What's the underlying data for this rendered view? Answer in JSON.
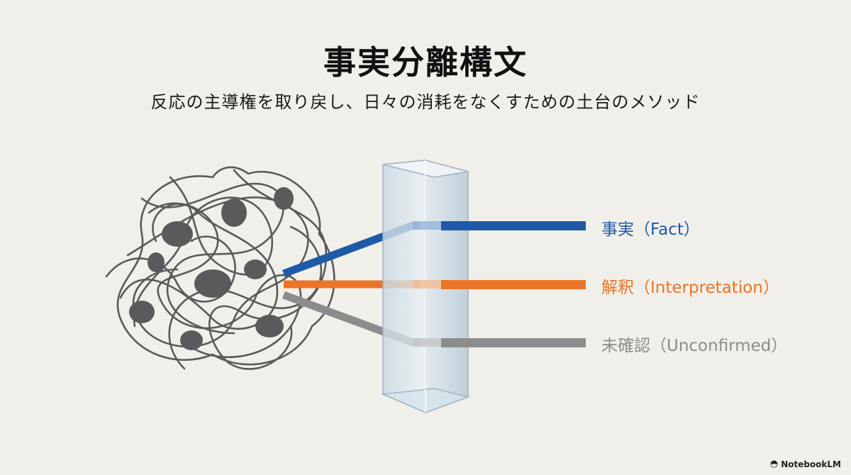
{
  "header": {
    "title": "事実分離構文",
    "subtitle": "反応の主導権を取り戻し、日々の消耗をなくすための土台のメソッド"
  },
  "outputs": [
    {
      "label": "事実（Fact）",
      "color": "#1f5aa8"
    },
    {
      "label": "解釈（Interpretation）",
      "color": "#ea7428"
    },
    {
      "label": "未確認（Unconfirmed）",
      "color": "#8c8c8c"
    }
  ],
  "colors": {
    "background": "#f1efe9",
    "tangle": "#5a5a5a"
  },
  "icons": {
    "input": "tangled-thread-icon",
    "prism": "prism-icon",
    "brand": "notebooklm-icon"
  },
  "brand": {
    "name": "NotebookLM"
  }
}
